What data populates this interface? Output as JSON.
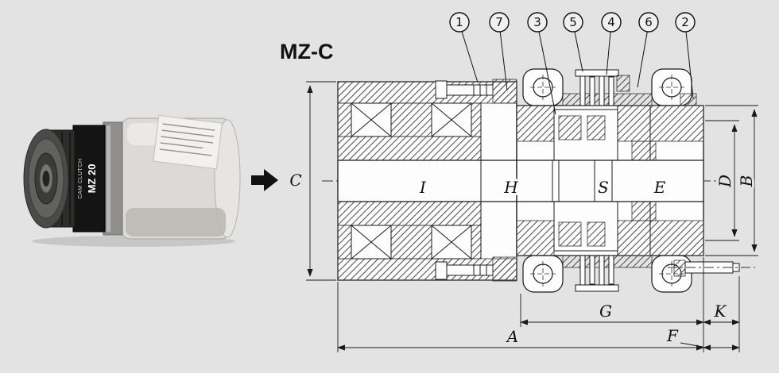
{
  "title": "MZ-C",
  "product": {
    "brand": "CAM CLUTCH",
    "model": "MZ 20"
  },
  "callouts": [
    "1",
    "7",
    "3",
    "5",
    "4",
    "6",
    "2"
  ],
  "dims": {
    "c": "C",
    "b": "B",
    "d": "D",
    "i": "I",
    "h": "H",
    "s": "S",
    "e": "E",
    "g": "G",
    "k": "K",
    "a": "A",
    "f": "F"
  },
  "colors": {
    "background": "#e3e3e3",
    "line": "#1a1a1a",
    "label_band": "#141414"
  }
}
